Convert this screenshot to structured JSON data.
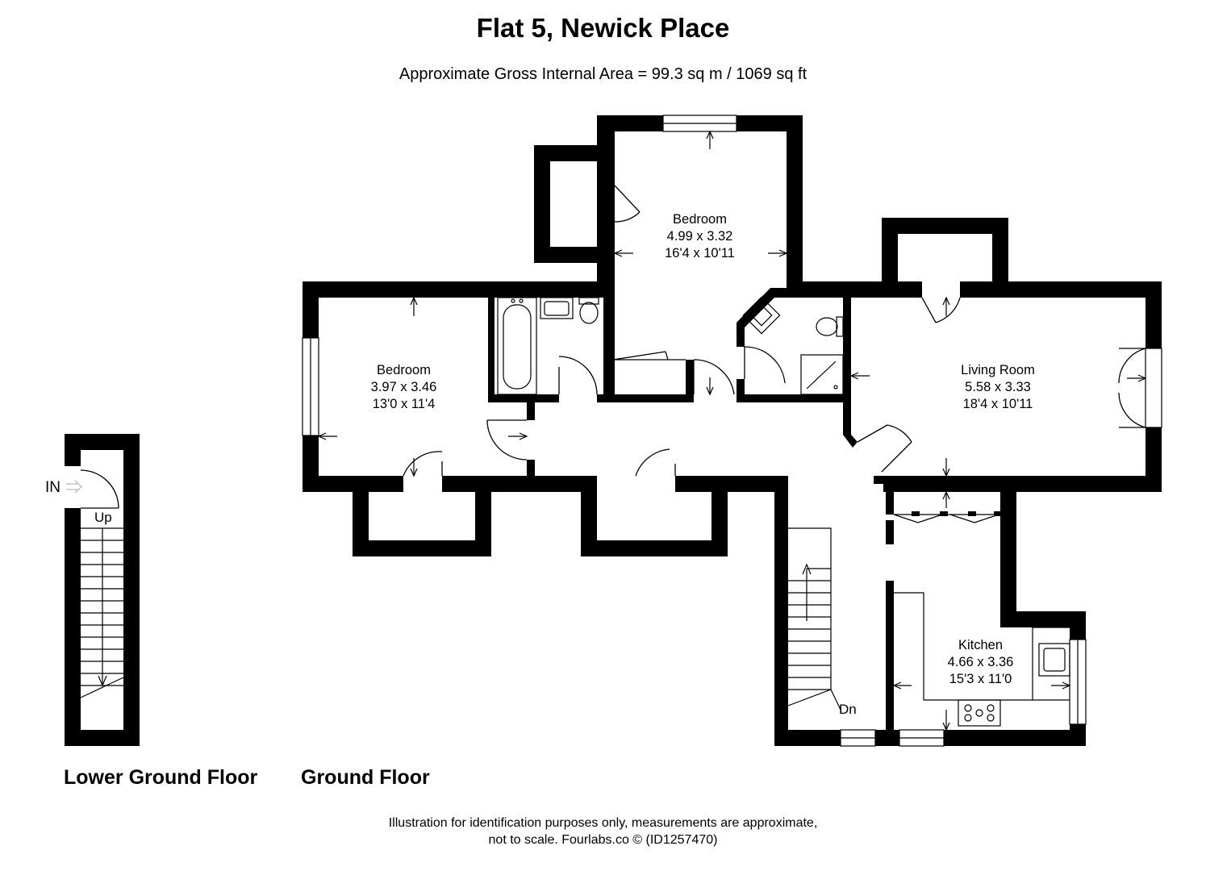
{
  "header": {
    "title": "Flat 5, Newick Place",
    "area": "Approximate Gross Internal Area = 99.3 sq m / 1069 sq ft"
  },
  "rooms": [
    {
      "name": "Bedroom",
      "metric": "4.99 x 3.32",
      "imperial": "16'4 x 10'11"
    },
    {
      "name": "Bedroom",
      "metric": "3.97 x 3.46",
      "imperial": "13'0 x 11'4"
    },
    {
      "name": "Living Room",
      "metric": "5.58 x 3.33",
      "imperial": "18'4 x 10'11"
    },
    {
      "name": "Kitchen",
      "metric": "4.66 x 3.36",
      "imperial": "15'3 x 11'0"
    }
  ],
  "markers": {
    "entrance": "IN",
    "stairs_up": "Up",
    "stairs_down": "Dn"
  },
  "floors": {
    "lower": "Lower Ground Floor",
    "ground": "Ground Floor"
  },
  "footer": {
    "line1": "Illustration for identification purposes only, measurements are approximate,",
    "line2": "not to scale. Fourlabs.co © (ID1257470)"
  },
  "colors": {
    "wall": "#000000",
    "background": "#ffffff"
  }
}
